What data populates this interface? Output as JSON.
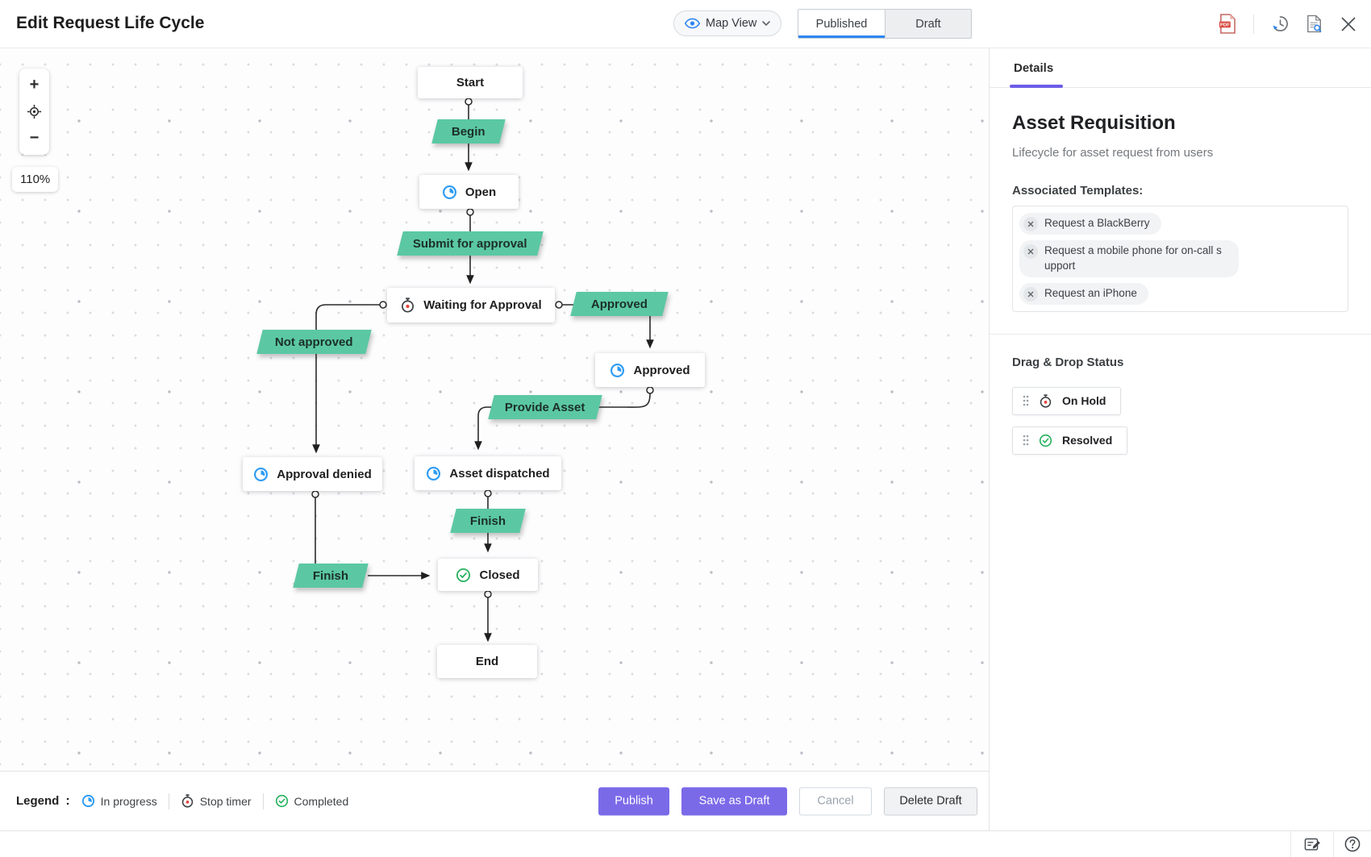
{
  "header": {
    "title": "Edit Request Life Cycle",
    "view_selector": {
      "label": "Map View"
    },
    "mode_tabs": {
      "published": "Published",
      "draft": "Draft"
    },
    "icons": {
      "pdf_label": "PDF"
    }
  },
  "canvas": {
    "zoom_percent": "110%",
    "zoom_in": "+",
    "zoom_out": "−"
  },
  "flow": {
    "nodes": {
      "start": "Start",
      "open": "Open",
      "waiting_for_approval": "Waiting for Approval",
      "approved": "Approved",
      "approval_denied": "Approval denied",
      "asset_dispatched": "Asset dispatched",
      "closed": "Closed",
      "end": "End"
    },
    "transitions": {
      "begin": "Begin",
      "submit_for_approval": "Submit for approval",
      "approved": "Approved",
      "not_approved": "Not approved",
      "provide_asset": "Provide Asset",
      "finish_from_denied": "Finish",
      "finish_from_dispatched": "Finish"
    }
  },
  "details_panel": {
    "tab_label": "Details",
    "title": "Asset Requisition",
    "subtitle": "Lifecycle for asset request from users",
    "templates_label": "Associated Templates:",
    "templates": [
      "Request a BlackBerry",
      "Request a mobile phone for on-call support",
      "Request an iPhone"
    ],
    "drag_drop_label": "Drag & Drop Status",
    "statuses": [
      {
        "label": "On Hold",
        "icon": "stop-timer-icon"
      },
      {
        "label": "Resolved",
        "icon": "completed-icon"
      }
    ]
  },
  "legend": {
    "label": "Legend",
    "separator": ":",
    "items": [
      {
        "label": "In progress",
        "icon": "in-progress-icon",
        "color": "#2E9CF4"
      },
      {
        "label": "Stop timer",
        "icon": "stop-timer-icon",
        "color": "#E5443C"
      },
      {
        "label": "Completed",
        "icon": "completed-icon",
        "color": "#26B15C"
      }
    ]
  },
  "actions": {
    "publish": "Publish",
    "save_as_draft": "Save as Draft",
    "cancel": "Cancel",
    "delete_draft": "Delete Draft"
  },
  "colors": {
    "transition_green": "#5BC8A3",
    "primary_purple": "#7A6AE8",
    "details_underline_purple": "#6C5CE7",
    "accent_blue": "#2E86F2",
    "in_progress_blue": "#2E9CF4",
    "completed_green": "#26B15C",
    "stop_timer_red": "#E5443C"
  }
}
